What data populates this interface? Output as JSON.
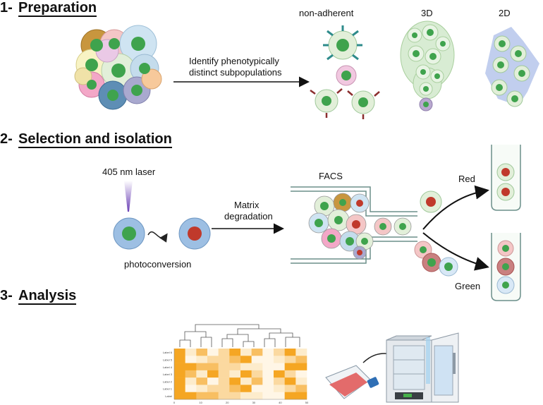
{
  "steps": [
    {
      "number": "1-",
      "title": "Preparation"
    },
    {
      "number": "2-",
      "title": "Selection and isolation"
    },
    {
      "number": "3-",
      "title": "Analysis"
    }
  ],
  "preparation": {
    "arrow_label_line1": "Identify phenotypically",
    "arrow_label_line2": "distinct subpopulations",
    "culture_types": [
      "non-adherent",
      "3D",
      "2D"
    ]
  },
  "selection": {
    "laser_label": "405 nm laser",
    "photoconversion_label": "photoconversion",
    "arrow_label_line1": "Matrix",
    "arrow_label_line2": "degradation",
    "facs_label": "FACS",
    "sort_labels": [
      "Red",
      "Green"
    ]
  },
  "analysis": {
    "heatmap_row_labels": [
      "Label 6",
      "Label 5",
      "Label 4",
      "Label 3",
      "Label 2",
      "Label 1",
      "Label"
    ],
    "heatmap_x_ticks": [
      "0",
      "10",
      "20",
      "30",
      "40",
      "50"
    ]
  },
  "colors": {
    "green_nucleus": "#3fa34d",
    "red_nucleus": "#c0392b",
    "blue_cell": "#9dbfe3",
    "pale_green_cell": "#dcefd9",
    "heatmap_orange": "#f5a623",
    "flask_red": "#e36b6b"
  }
}
